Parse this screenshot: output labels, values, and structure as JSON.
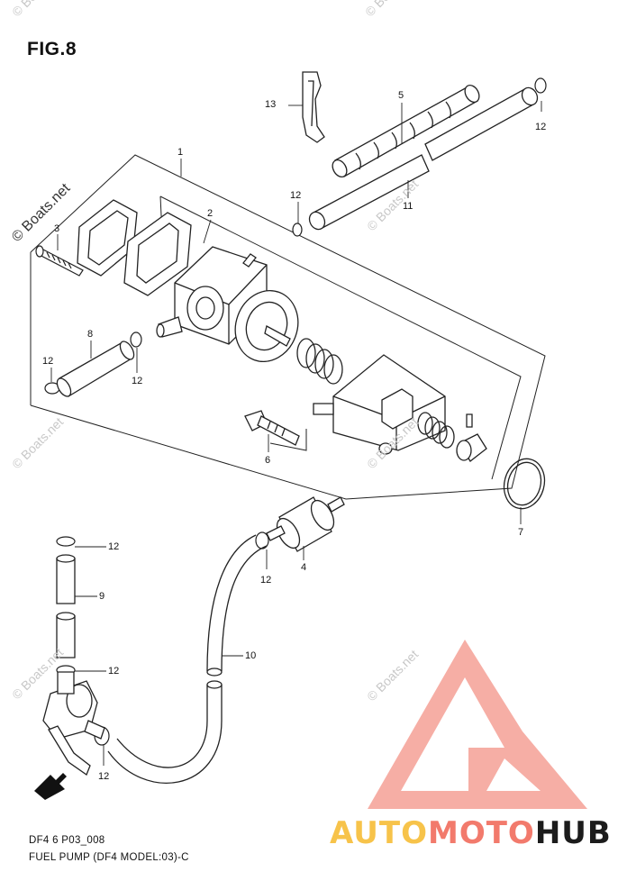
{
  "figure": {
    "title": "FIG.8",
    "code": "DF4 6 P03_008",
    "caption": "FUEL PUMP (DF4 MODEL:03)-C"
  },
  "watermark": {
    "text": "© Boats.net",
    "main_text": "© Boats.net"
  },
  "brand": {
    "part1": "AUTO",
    "part2": "MOTO",
    "part3": "HUB",
    "colors": {
      "auto": "#f7c34a",
      "moto": "#f27a6c",
      "hub": "#1c1c1c",
      "logo": "#f06a5a"
    }
  },
  "callouts": {
    "c1": "1",
    "c2": "2",
    "c3": "3",
    "c4": "4",
    "c5": "5",
    "c6": "6",
    "c7": "7",
    "c8": "8",
    "c9": "9",
    "c10": "10",
    "c11": "11",
    "c12": "12",
    "c13": "13"
  }
}
